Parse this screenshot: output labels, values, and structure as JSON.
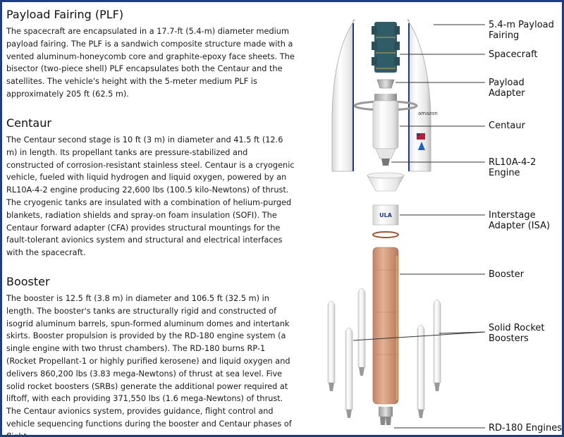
{
  "sections": {
    "plf": {
      "heading": "Payload Fairing (PLF)",
      "body": "The spacecraft are encapsulated in a 17.7-ft (5.4-m) diameter medium payload fairing. The PLF is a sandwich composite structure made with a vented aluminum-honeycomb core and graphite-epoxy face sheets. The bisector (two-piece shell) PLF encapsulates both the Centaur and the satellites. The vehicle's height with the 5-meter medium PLF is approximately 205 ft (62.5 m)."
    },
    "centaur": {
      "heading": "Centaur",
      "body": "The Centaur second stage is 10 ft (3 m) in diameter and 41.5 ft (12.6 m) in length. Its propellant tanks are pressure-stabilized and constructed of corrosion-resistant stainless steel. Centaur is a cryogenic vehicle, fueled with liquid hydrogen and liquid oxygen, powered by an RL10A-4-2 engine producing 22,600 lbs (100.5 kilo-Newtons) of thrust. The cryogenic tanks are insulated with a combination of helium-purged blankets, radiation shields and spray-on foam insulation (SOFI). The Centaur forward adapter (CFA) provides structural mountings for the fault-tolerant avionics system and structural and electrical interfaces with the spacecraft."
    },
    "booster": {
      "heading": "Booster",
      "body": "The booster is 12.5 ft (3.8 m) in diameter and 106.5 ft (32.5 m) in length. The booster's tanks are structurally rigid and constructed of isogrid aluminum barrels, spun-formed aluminum domes and intertank skirts. Booster propulsion is provided by the RD-180 engine system (a single engine with two thrust chambers). The RD-180 burns RP-1 (Rocket Propellant-1 or highly purified kerosene) and liquid oxygen and delivers 860,200 lbs (3.83 mega-Newtons) of thrust at sea level. Five solid rocket boosters (SRBs) generate the additional power required at liftoff, with each providing 371,550 lbs (1.6 mega-Newtons) of thrust. The Centaur avionics system, provides guidance, flight control and vehicle sequencing functions during the booster and Centaur phases of flight."
    }
  },
  "labels": {
    "fairing": "5.4-m Payload\nFairing",
    "spacecraft": "Spacecraft",
    "payload_adapter": "Payload Adapter",
    "centaur": "Centaur",
    "rl10": "RL10A-4-2\nEngine",
    "isa": "Interstage\nAdapter (ISA)",
    "booster": "Booster",
    "srb": "Solid Rocket\nBoosters",
    "rd180": "RD-180 Engines"
  },
  "markings": {
    "ula_logo": "ULA",
    "amazon_logo": "amazon"
  },
  "colors": {
    "frame_border": "#1e3a8a",
    "booster_orange": "#d9a080",
    "spacecraft_teal": "#2f5c66",
    "fairing_blue_stripe": "#1e3a8a"
  }
}
